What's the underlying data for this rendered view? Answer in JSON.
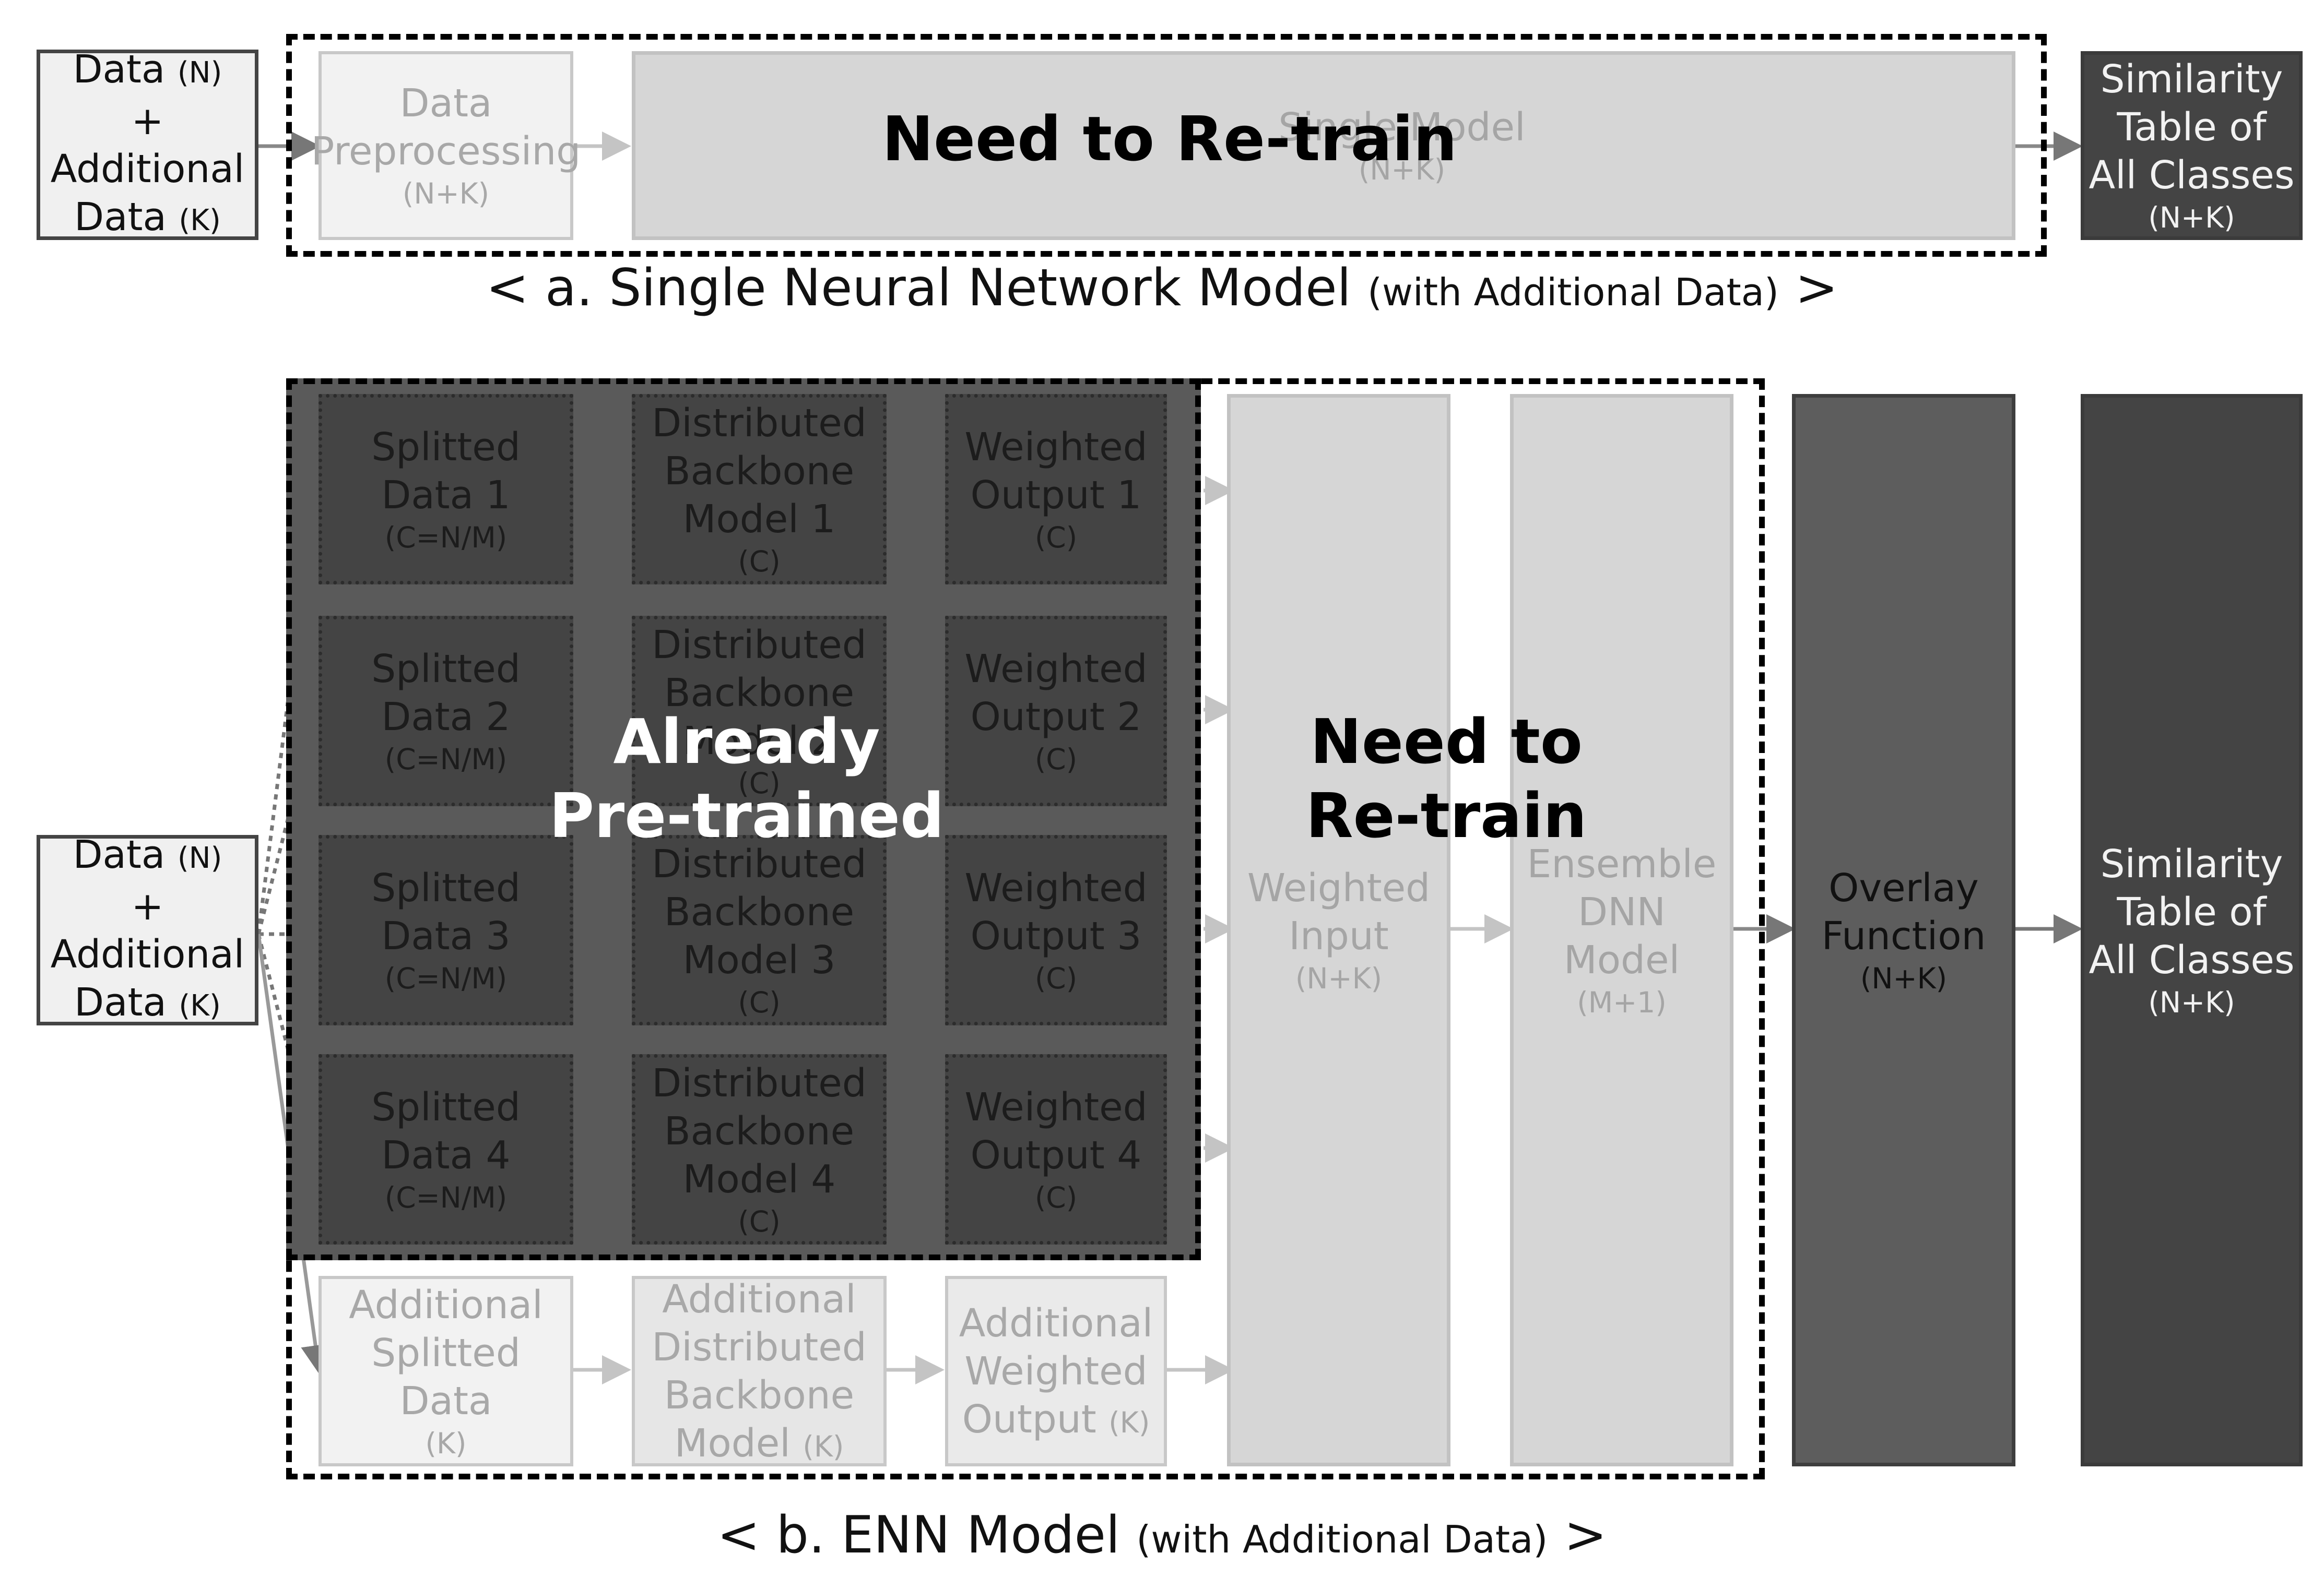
{
  "captions": {
    "a_main": "< a. Single Neural Network Model",
    "a_small": "(with Additional Data)",
    "a_end": ">",
    "b_main": "< b. ENN Model",
    "b_small": "(with Additional Data)",
    "b_end": ">"
  },
  "input": {
    "l1": "Data",
    "l1u": "(N)",
    "l2": "+",
    "l3": "Additional",
    "l4": "Data",
    "l4u": "(K)"
  },
  "a": {
    "preprocessing": {
      "line1": "Data",
      "line2": "Preprocessing",
      "sub": "(N+K)"
    },
    "single_model": {
      "line1": "Single Model",
      "sub": "(N+K)"
    },
    "need_retrain": "Need to Re-train",
    "similarity": {
      "line1": "Similarity",
      "line2": "Table of",
      "line3": "All Classes",
      "sub": "(N+K)"
    }
  },
  "b": {
    "rows": [
      {
        "split": [
          "Splitted",
          "Data 1",
          "(C=N/M)"
        ],
        "backbone": [
          "Distributed",
          "Backbone",
          "Model 1",
          "(C)"
        ],
        "weighted": [
          "Weighted",
          "Output 1",
          "(C)"
        ]
      },
      {
        "split": [
          "Splitted",
          "Data 2",
          "(C=N/M)"
        ],
        "backbone": [
          "Distributed",
          "Backbone",
          "Model 2",
          "(C)"
        ],
        "weighted": [
          "Weighted",
          "Output 2",
          "(C)"
        ]
      },
      {
        "split": [
          "Splitted",
          "Data 3",
          "(C=N/M)"
        ],
        "backbone": [
          "Distributed",
          "Backbone",
          "Model 3",
          "(C)"
        ],
        "weighted": [
          "Weighted",
          "Output 3",
          "(C)"
        ]
      },
      {
        "split": [
          "Splitted",
          "Data 4",
          "(C=N/M)"
        ],
        "backbone": [
          "Distributed",
          "Backbone",
          "Model 4",
          "(C)"
        ],
        "weighted": [
          "Weighted",
          "Output 4",
          "(C)"
        ]
      }
    ],
    "additional": {
      "split": [
        "Additional",
        "Splitted",
        "Data",
        "(K)"
      ],
      "backbone": [
        "Additional",
        "Distributed",
        "Backbone",
        "Model",
        "(K)"
      ],
      "weighted": [
        "Additional",
        "Weighted",
        "Output",
        "(K)"
      ]
    },
    "already_pretrained": [
      "Already",
      "Pre-trained"
    ],
    "weighted_input": {
      "line1": "Weighted",
      "line2": "Input",
      "sub": "(N+K)"
    },
    "ensemble": {
      "line1": "Ensemble",
      "line2": "DNN",
      "line3": "Model",
      "sub": "(M+1)"
    },
    "need_retrain": [
      "Need to",
      "Re-train"
    ],
    "overlay": {
      "line1": "Overlay",
      "line2": "Function",
      "sub": "(N+K)"
    },
    "similarity": {
      "line1": "Similarity",
      "line2": "Table of",
      "line3": "All Classes",
      "sub": "(N+K)"
    }
  }
}
